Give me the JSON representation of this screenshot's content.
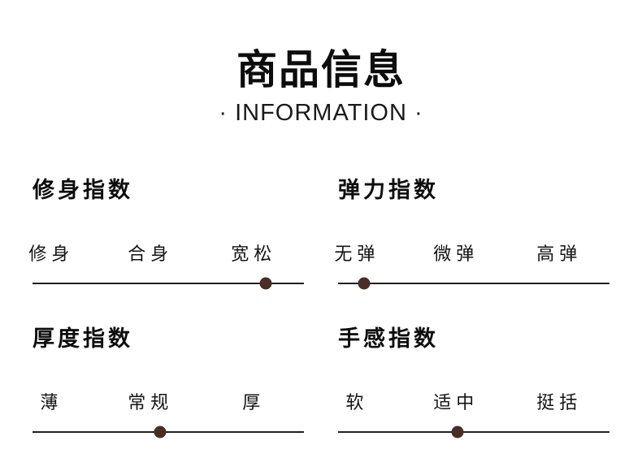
{
  "header": {
    "title": "商品信息",
    "subtitle": "· INFORMATION ·"
  },
  "scales": [
    {
      "title": "修身指数",
      "labels": [
        "修身",
        "合身",
        "宽松"
      ],
      "selected": "宽松",
      "selected_index": 2,
      "dot_percent": 86
    },
    {
      "title": "弹力指数",
      "labels": [
        "无弹",
        "微弹",
        "高弹"
      ],
      "selected": "无弹",
      "selected_index": 0,
      "dot_percent": 9.5
    },
    {
      "title": "厚度指数",
      "labels": [
        "薄",
        "常规",
        "厚"
      ],
      "selected": "常规",
      "selected_index": 1,
      "dot_percent": 47
    },
    {
      "title": "手感指数",
      "labels": [
        "软",
        "适中",
        "挺括"
      ],
      "selected": "适中",
      "selected_index": 1,
      "dot_percent": 44
    }
  ],
  "colors": {
    "background": "#ffffff",
    "text": "#111111",
    "line": "#231f1d",
    "dot": "#4a2d26"
  }
}
